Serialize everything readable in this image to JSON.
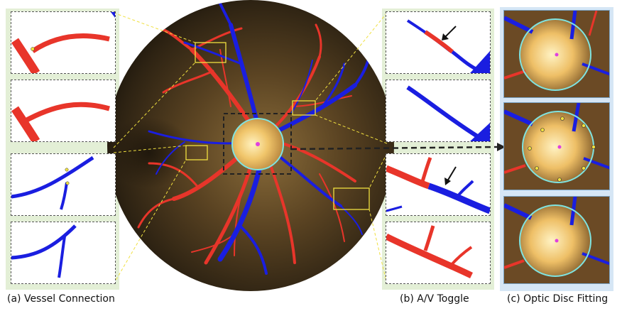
{
  "captions": {
    "a": "(a) Vessel Connection",
    "b": "(b) A/V Toggle",
    "c": "(c) Optic Disc Fitting"
  },
  "colors": {
    "artery": "#e8352a",
    "vein": "#1a1ee0",
    "panel_a_bg": "#e3efd6",
    "panel_b_bg": "#e3efd6",
    "panel_c_bg": "#d6e6f5",
    "callout_line": "#f0e040",
    "disc_circle": "#7fe3e0",
    "connector": "#222222"
  },
  "icons": {
    "arrow": "black-arrow-icon",
    "connector": "dashed-arrow-icon"
  }
}
